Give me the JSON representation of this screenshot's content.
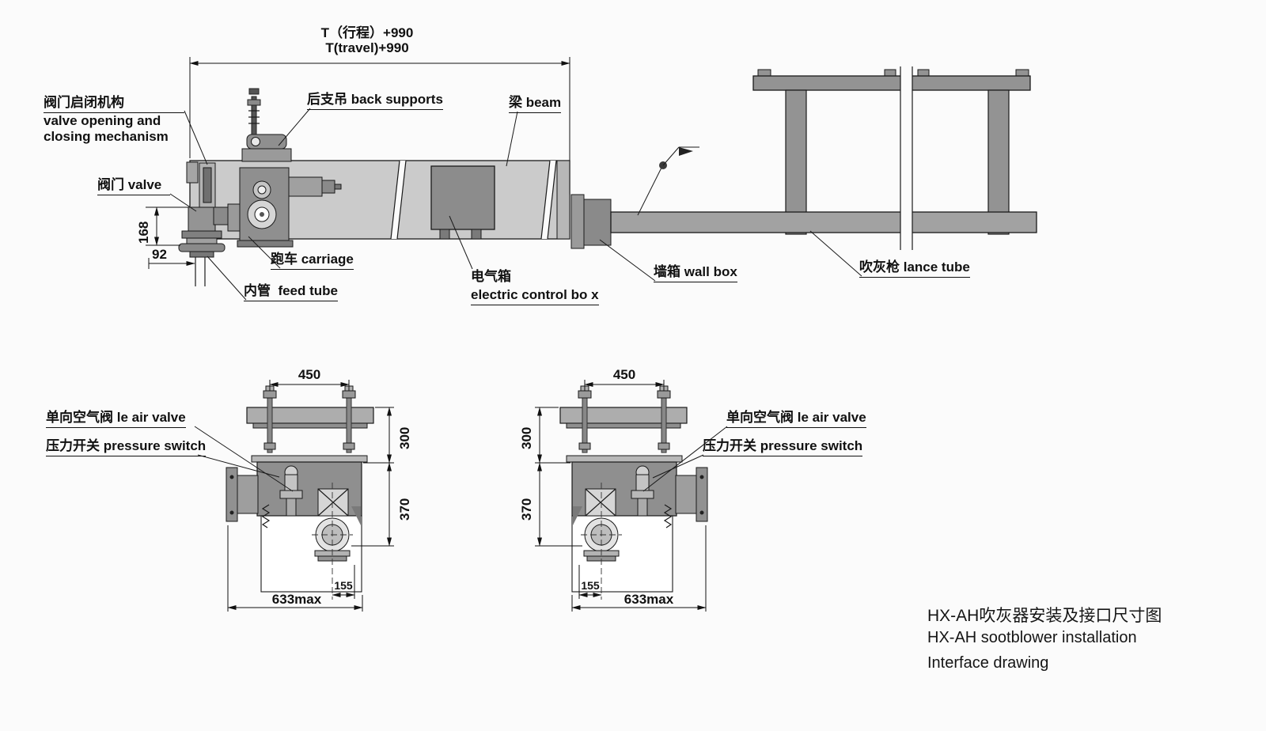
{
  "main_view": {
    "travel_dim_cn": "T（行程）+990",
    "travel_dim_en": "T(travel)+990",
    "label_valve_mech_cn": "阀门启闭机构",
    "label_valve_mech_en1": "valve opening and",
    "label_valve_mech_en2": "closing mechanism",
    "label_back_supports": "后支吊 back supports",
    "label_beam": "梁 beam",
    "label_valve": "阀门 valve",
    "label_carriage": "跑车 carriage",
    "label_feed_tube": "内管  feed tube",
    "label_electric_box_cn": "电气箱",
    "label_electric_box_en": "electric control bo x",
    "label_wall_box": "墙箱 wall box",
    "label_lance_tube": "吹灰枪 lance tube",
    "dim_168": "168",
    "dim_92": "92"
  },
  "sections": {
    "dim_450": "450",
    "dim_300": "300",
    "dim_370": "370",
    "dim_633max": "633max",
    "dim_155": "155",
    "label_air_valve": "单向空气阀 le air valve",
    "label_pressure_switch": "压力开关 pressure switch"
  },
  "title_block": {
    "line1_cn": "HX-AH吹灰器安装及接口尺寸图",
    "line2_en": "HX-AH sootblower installation",
    "line3_en": "Interface drawing"
  },
  "colors": {
    "line": "#1a1a1a",
    "metal_light": "#cbcbcb",
    "metal_mid": "#939393",
    "metal_dark": "#7a7a7a",
    "background": "#fbfbfb"
  }
}
